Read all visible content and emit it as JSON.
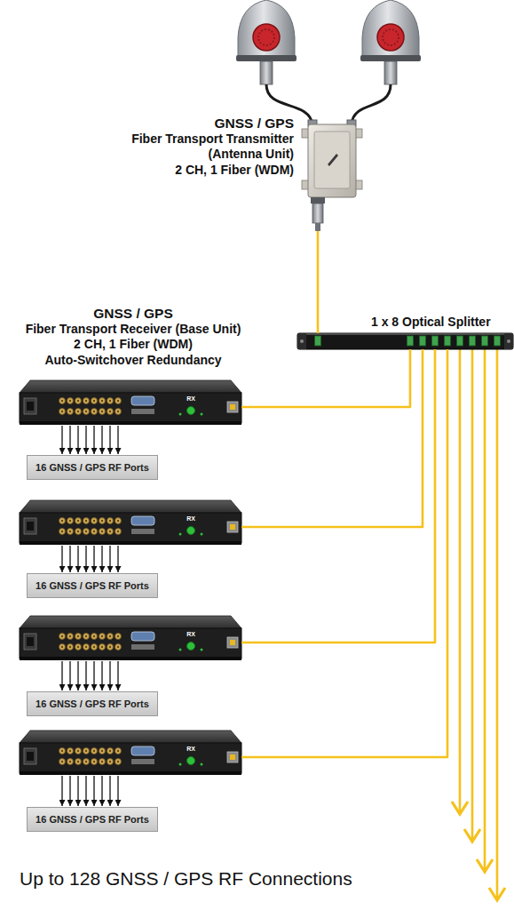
{
  "diagram": {
    "nodes": [
      {
        "text": [
          "GNSS / GPS",
          "Fiber Transport Transmitter",
          "(Antenna Unit)",
          "2 CH, 1 Fiber (WDM)"
        ]
      },
      {
        "text": [
          "1 x 8 Optical Splitter"
        ]
      },
      {
        "text": [
          "GNSS / GPS",
          "Fiber Transport Receiver (Base Unit)",
          "2 CH, 1 Fiber (WDM)",
          "Auto-Switchover Redundancy",
          "RX"
        ]
      },
      {
        "text": [
          "16 GNSS / GPS RF Ports"
        ]
      },
      {
        "text": [
          "RX"
        ]
      },
      {
        "text": [
          "16 GNSS / GPS RF Ports"
        ]
      },
      {
        "text": [
          "RX"
        ]
      },
      {
        "text": [
          "16 GNSS / GPS RF Ports"
        ]
      },
      {
        "text": [
          "RX"
        ]
      },
      {
        "text": [
          "16 GNSS / GPS RF Ports"
        ]
      }
    ],
    "edges": [
      {
        "from": 0,
        "to": 1,
        "arrow": "none"
      },
      {
        "from": 1,
        "to": 2,
        "arrow": "none"
      },
      {
        "from": 1,
        "to": 4,
        "arrow": "none"
      },
      {
        "from": 1,
        "to": 6,
        "arrow": "none"
      },
      {
        "from": 1,
        "to": 8,
        "arrow": "none"
      },
      {
        "from": 2,
        "to": 3,
        "arrow": "to"
      },
      {
        "from": 4,
        "to": 5,
        "arrow": "to"
      },
      {
        "from": 6,
        "to": 7,
        "arrow": "to"
      },
      {
        "from": 8,
        "to": 9,
        "arrow": "to"
      }
    ],
    "labels": [
      "Up to 128 GNSS / GPS RF Connections"
    ]
  }
}
